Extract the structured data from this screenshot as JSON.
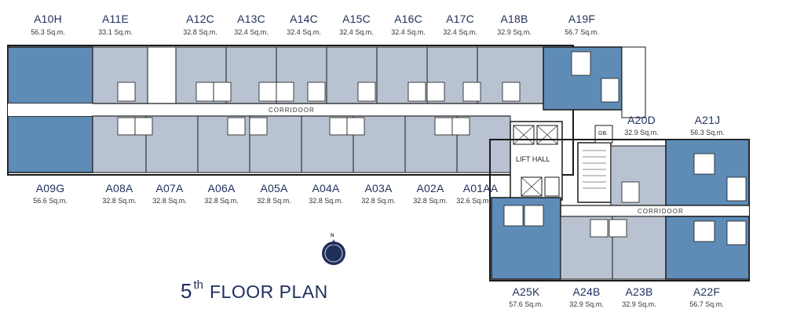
{
  "title": {
    "number": "5",
    "superscript": "th",
    "text": "FLOOR PLAN"
  },
  "north": "N",
  "labels": {
    "corridor": "CORRIDOOR",
    "lift_hall": "LIFT HALL",
    "gb": "GB."
  },
  "colors": {
    "unit_fill": "#b8c2d0",
    "corner_unit_fill": "#5f8cb7",
    "wall": "#1a1a1a",
    "corridor": "#ffffff",
    "text": "#1f2f5c",
    "compass": "#1f2f5c"
  },
  "units_top": [
    {
      "code": "A10H",
      "size": "56.3 Sq.m."
    },
    {
      "code": "A11E",
      "size": "33.1 Sq.m."
    },
    {
      "code": "A12C",
      "size": "32.8 Sq.m."
    },
    {
      "code": "A13C",
      "size": "32.4 Sq.m."
    },
    {
      "code": "A14C",
      "size": "32.4 Sq.m."
    },
    {
      "code": "A15C",
      "size": "32.4 Sq.m."
    },
    {
      "code": "A16C",
      "size": "32.4 Sq.m."
    },
    {
      "code": "A17C",
      "size": "32.4 Sq.m."
    },
    {
      "code": "A18B",
      "size": "32.9 Sq.m."
    },
    {
      "code": "A19F",
      "size": "56.7 Sq.m."
    }
  ],
  "units_bottom": [
    {
      "code": "A09G",
      "size": "56.6 Sq.m."
    },
    {
      "code": "A08A",
      "size": "32.8 Sq.m."
    },
    {
      "code": "A07A",
      "size": "32.8 Sq.m."
    },
    {
      "code": "A06A",
      "size": "32.8 Sq.m."
    },
    {
      "code": "A05A",
      "size": "32.8 Sq.m."
    },
    {
      "code": "A04A",
      "size": "32.8 Sq.m."
    },
    {
      "code": "A03A",
      "size": "32.8 Sq.m."
    },
    {
      "code": "A02A",
      "size": "32.8 Sq.m."
    },
    {
      "code": "A01AA",
      "size": "32.6 Sq.m."
    }
  ],
  "units_east": [
    {
      "code": "A20D",
      "size": "32.9 Sq.m."
    },
    {
      "code": "A21J",
      "size": "56.3 Sq.m."
    },
    {
      "code": "A25K",
      "size": "57.6 Sq.m."
    },
    {
      "code": "A24B",
      "size": "32.9 Sq.m."
    },
    {
      "code": "A23B",
      "size": "32.9 Sq.m."
    },
    {
      "code": "A22F",
      "size": "56.7 Sq.m."
    }
  ]
}
